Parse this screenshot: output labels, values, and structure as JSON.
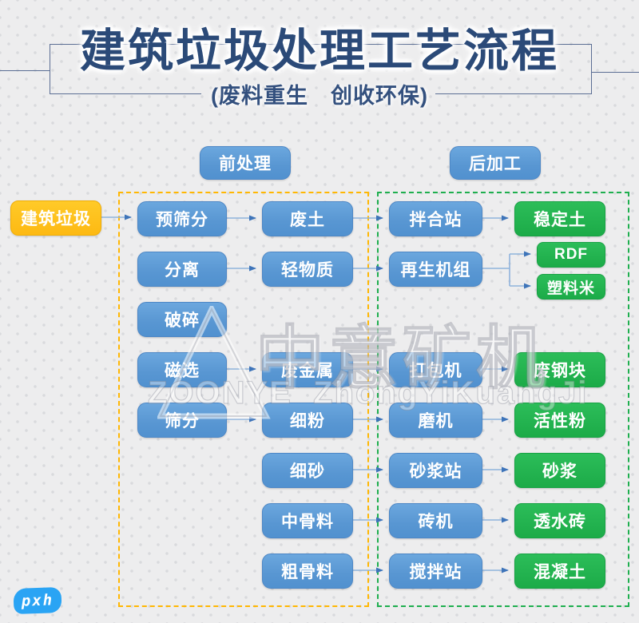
{
  "page": {
    "title": "建筑垃圾处理工艺流程",
    "subtitle": "(废料重生　创收环保)"
  },
  "sections": {
    "pre": "前处理",
    "post": "后加工"
  },
  "flow": {
    "source": "建筑垃圾",
    "col1": [
      "预筛分",
      "分离",
      "破碎",
      "磁选",
      "筛分"
    ],
    "col2": [
      "废土",
      "轻物质",
      "废金属",
      "细粉",
      "细砂",
      "中骨料",
      "粗骨料"
    ],
    "col3": [
      "拌合站",
      "再生机组",
      "打包机",
      "磨机",
      "砂浆站",
      "砖机",
      "搅拌站"
    ],
    "col4": [
      "稳定土",
      "RDF",
      "塑料米",
      "废钢块",
      "活性粉",
      "砂浆",
      "透水砖",
      "混凝土"
    ]
  },
  "watermark": {
    "logo_cn": "中意矿机",
    "logo_en": "ZOONYE  ZhongYiKuangJi"
  },
  "corner_logo": "pxh",
  "colors": {
    "title_navy": "#2b4a78",
    "node_blue": "#5b9bd5",
    "node_green": "#1fb14d",
    "source_yellow": "#fdb913",
    "dash_orange": "#ffb703",
    "dash_green": "#1faf4f",
    "arrow_blue": "#3e74b9",
    "background": "#ededee"
  }
}
